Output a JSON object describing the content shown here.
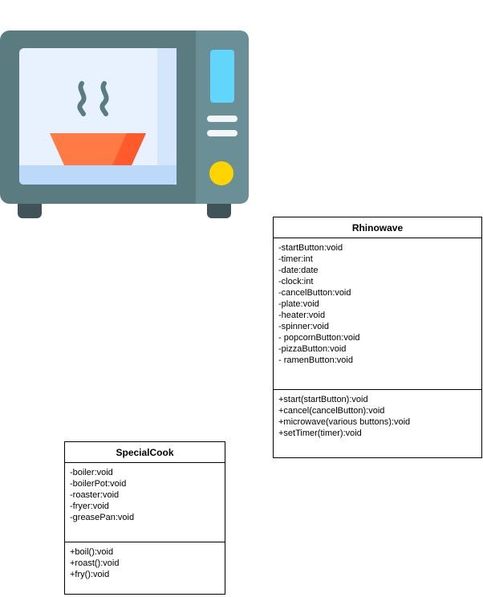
{
  "classes": {
    "rhinowave": {
      "name": "Rhinowave",
      "attributes": [
        "-startButton:void",
        "-timer:int",
        "-date:date",
        "-clock:int",
        "-cancelButton:void",
        "-plate:void",
        "-heater:void",
        "-spinner:void",
        "- popcornButton:void",
        "-pizzaButton:void",
        "- ramenButton:void"
      ],
      "methods": [
        "+start(startButton):void",
        "+cancel(cancelButton):void",
        "+microwave(various buttons):void",
        "+setTimer(timer):void"
      ]
    },
    "specialcook": {
      "name": "SpecialCook",
      "attributes": [
        "-boiler:void",
        "-boilerPot:void",
        "-roaster:void",
        "-fryer:void",
        "-greasePan:void"
      ],
      "methods": [
        "+boil():void",
        "+roast():void",
        "+fry():void"
      ]
    }
  },
  "icon": {
    "name": "microwave-icon",
    "colors": {
      "body": "#5a7b80",
      "panel": "#6b8f96",
      "window": "#e8f2ff",
      "window_shade": "#d3e6fc",
      "tray": "#bcd9fa",
      "bowl": "#ff7a45",
      "bowl_shade": "#ff5a2c",
      "steam": "#5a7b80",
      "display": "#62d6fa",
      "knob": "#ffd400",
      "feet": "#3f5358",
      "slots": "#f1f6f8"
    }
  }
}
